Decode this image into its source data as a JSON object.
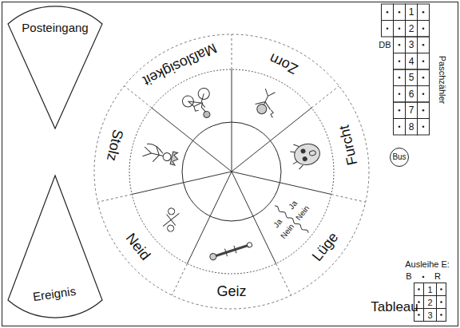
{
  "diagram": {
    "nodes": [
      {
        "text": [
          "Posteingang"
        ]
      },
      {
        "text": [
          "Ereignis"
        ]
      },
      {
        "text": [
          "Bus"
        ]
      }
    ],
    "labels": [
      "Maßlosigkeit",
      "Zorn",
      "Furcht",
      "Lüge",
      "Geiz",
      "Neid",
      "Stolz",
      "Ja",
      "Nein",
      "Ja",
      "Nein",
      "1",
      "2",
      "DB",
      "3",
      "4",
      "5",
      "6",
      "7",
      "8",
      "Paschzähler",
      "Ausleihe E:",
      "B",
      "R",
      "1",
      "2",
      "3",
      "Tableau"
    ]
  }
}
